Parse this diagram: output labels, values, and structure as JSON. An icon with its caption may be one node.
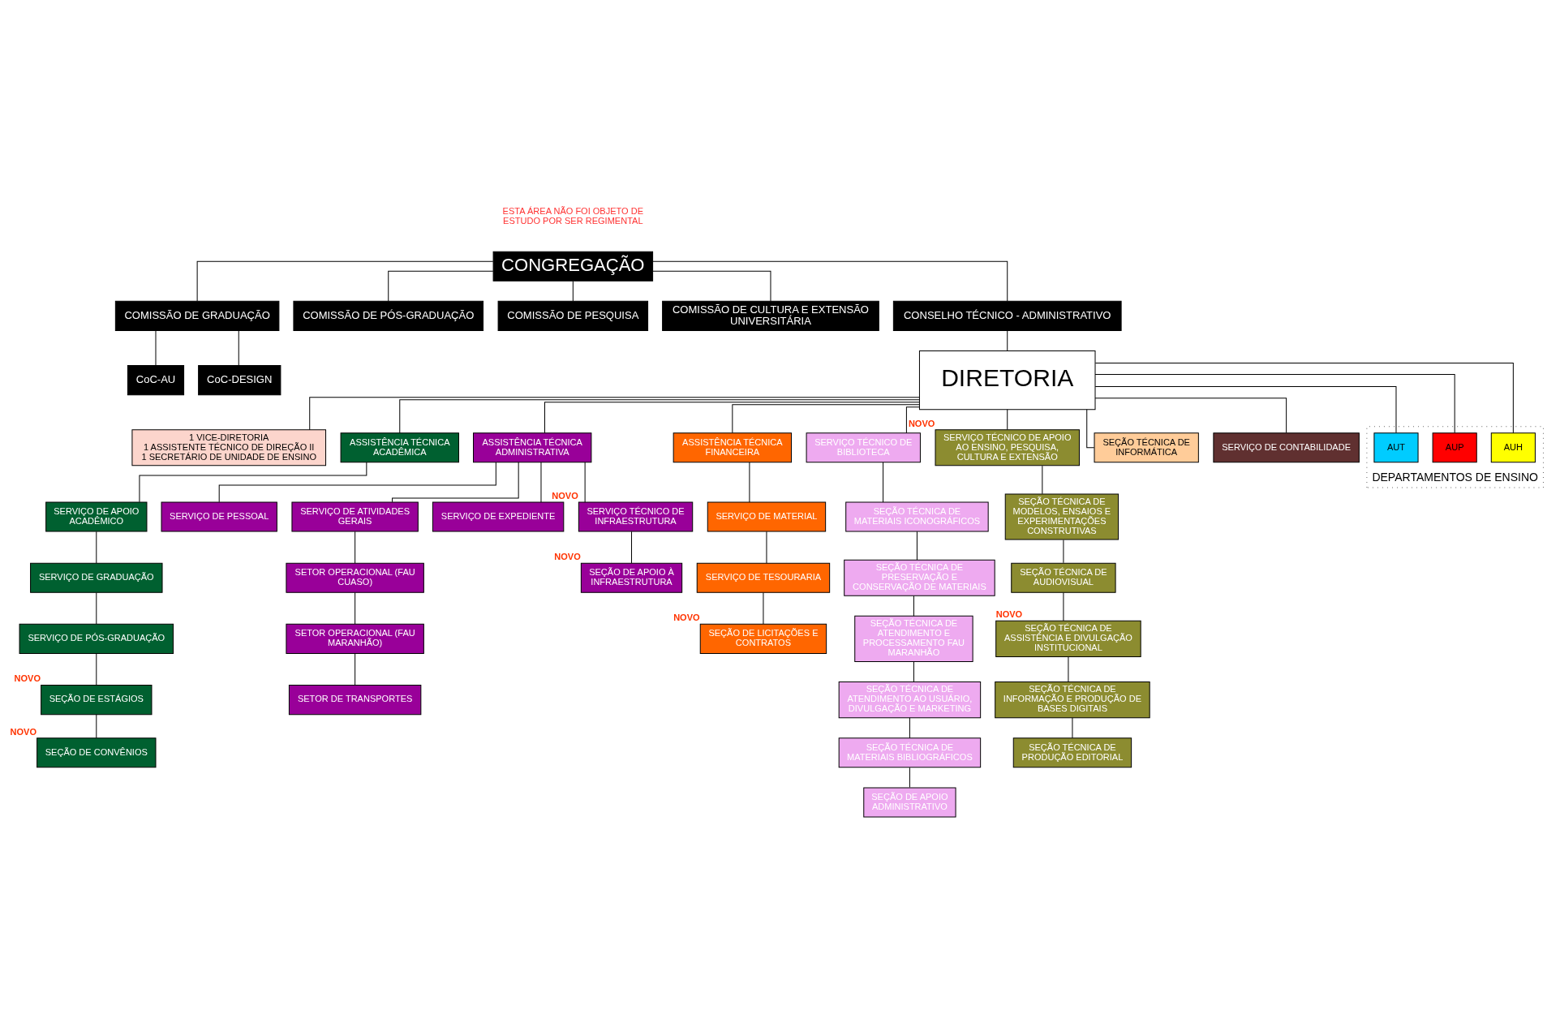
{
  "diagram": {
    "nodes": [
      {
        "text": [
          "CONGREGAÇÃO"
        ]
      },
      {
        "text": [
          "COMISSÃO DE GRADUAÇÃO"
        ]
      },
      {
        "text": [
          "COMISSÃO DE PÓS-GRADUAÇÃO"
        ]
      },
      {
        "text": [
          "COMISSÃO DE PESQUISA"
        ]
      },
      {
        "text": [
          "COMISSÃO DE CULTURA E EXTENSÃO UNIVERSITÁRIA"
        ]
      },
      {
        "text": [
          "CoC-AU"
        ]
      },
      {
        "text": [
          "CoC-DESIGN"
        ]
      },
      {
        "text": [
          "CONSELHO TÉCNICO - ADMINISTRATIVO"
        ]
      },
      {
        "text": [
          "DIRETORIA"
        ]
      },
      {
        "text": [
          "DEPARTAMENTOS DE ENSINO"
        ]
      },
      {
        "text": [
          "AUH"
        ],
        "in": 9
      },
      {
        "text": [
          "AUP"
        ],
        "in": 9
      },
      {
        "text": [
          "AUT"
        ],
        "in": 9
      },
      {
        "text": [
          "1 VICE-DIRETORIA",
          "1 ASSISTENTE TÉCNICO DE DIREÇÃO II",
          "1 SECRETÁRIO DE UNIDADE DE ENSINO"
        ]
      },
      {
        "text": [
          "ASSISTÊNCIA TÉCNICA ACADÊMICA"
        ]
      },
      {
        "text": [
          "SERVIÇO DE APOIO ACADÊMICO"
        ]
      },
      {
        "text": [
          "SERVIÇO DE GRADUAÇÃO"
        ]
      },
      {
        "text": [
          "SERVIÇO DE PÓS-GRADUAÇÃO"
        ]
      },
      {
        "text": [
          "SEÇÃO DE ESTÁGIOS"
        ],
        "beside": [
          "NOVO"
        ]
      },
      {
        "text": [
          "SEÇÃO DE CONVÊNIOS"
        ],
        "beside": [
          "NOVO"
        ]
      },
      {
        "text": [
          "ASSISTÊNCIA TÉCNICA ADMINISTRATIVA"
        ]
      },
      {
        "text": [
          "SERVIÇO DE PESSOAL"
        ]
      },
      {
        "text": [
          "SERVIÇO DE ATIVIDADES GERAIS"
        ]
      },
      {
        "text": [
          "SETOR OPERACIONAL (FAU CUASO)"
        ]
      },
      {
        "text": [
          "SETOR OPERACIONAL (FAU MARANHÃO)"
        ]
      },
      {
        "text": [
          "SETOR DE TRANSPORTES"
        ]
      },
      {
        "text": [
          "SERVIÇO DE EXPEDIENTE"
        ]
      },
      {
        "text": [
          "SERVIÇO TÉCNICO DE INFRAESTRUTURA"
        ],
        "beside": [
          "NOVO"
        ]
      },
      {
        "text": [
          "SEÇÃO DE APOIO À INFRAESTRUTURA"
        ],
        "beside": [
          "NOVO"
        ]
      },
      {
        "text": [
          "ASSISTÊNCIA TÉCNICA FINANCEIRA"
        ]
      },
      {
        "text": [
          "SERVIÇO DE MATERIAL"
        ]
      },
      {
        "text": [
          "SERVIÇO DE TESOURARIA"
        ]
      },
      {
        "text": [
          "SEÇÃO DE LICITAÇÕES E CONTRATOS"
        ],
        "beside": [
          "NOVO"
        ]
      },
      {
        "text": [
          "SERVIÇO TÉCNICO DE BIBLIOTECA"
        ]
      },
      {
        "text": [
          "SEÇÃO TÉCNICA DE MATERIAIS ICONOGRÁFICOS"
        ]
      },
      {
        "text": [
          "SEÇÃO TÉCNICA DE PRESERVAÇÃO E CONSERVAÇÃO DE MATERIAIS"
        ]
      },
      {
        "text": [
          "SEÇÃO TÉCNICA DE ATENDIMENTO E PROCESSAMENTO FAU MARANHÃO"
        ]
      },
      {
        "text": [
          "SEÇÃO TÉCNICA DE ATENDIMENTO AO USUÁRIO, DIVULGAÇÃO E MARKETING"
        ]
      },
      {
        "text": [
          "SEÇÃO TÉCNICA DE MATERIAIS BIBLIOGRÁFICOS"
        ]
      },
      {
        "text": [
          "SEÇÃO DE APOIO ADMINISTRATIVO"
        ]
      },
      {
        "text": [
          "SERVIÇO TÉCNICO DE APOIO AO ENSINO, PESQUISA, CULTURA E EXTENSÃO"
        ],
        "beside": [
          "NOVO"
        ]
      },
      {
        "text": [
          "SEÇÃO TÉCNICA DE MODELOS, ENSAIOS E EXPERIMENTAÇÕES CONSTRUTIVAS"
        ]
      },
      {
        "text": [
          "SEÇÃO TÉCNICA DE AUDIOVISUAL"
        ]
      },
      {
        "text": [
          "SEÇÃO TÉCNICA DE ASSISTÊNCIA E DIVULGAÇÃO INSTITUCIONAL"
        ],
        "beside": [
          "NOVO"
        ]
      },
      {
        "text": [
          "SEÇÃO TÉCNICA DE INFORMAÇÃO E PRODUÇÃO DE BASES DIGITAIS"
        ]
      },
      {
        "text": [
          "SEÇÃO TÉCNICA DE PRODUÇÃO EDITORIAL"
        ]
      },
      {
        "text": [
          "SEÇÃO TÉCNICA DE INFORMÁTICA"
        ]
      },
      {
        "text": [
          "SERVIÇO DE CONTABILIDADE"
        ]
      }
    ],
    "edges": [
      {
        "from": 0,
        "to": 1,
        "arrow": "none"
      },
      {
        "from": 0,
        "to": 2,
        "arrow": "none"
      },
      {
        "from": 0,
        "to": 3,
        "arrow": "none"
      },
      {
        "from": 0,
        "to": 4,
        "arrow": "none"
      },
      {
        "from": 0,
        "to": 7,
        "arrow": "none"
      },
      {
        "from": 1,
        "to": 5,
        "arrow": "none"
      },
      {
        "from": 1,
        "to": 6,
        "arrow": "none"
      },
      {
        "from": 7,
        "to": 8,
        "arrow": "none"
      },
      {
        "from": 8,
        "to": 10,
        "arrow": "none"
      },
      {
        "from": 8,
        "to": 11,
        "arrow": "none"
      },
      {
        "from": 8,
        "to": 12,
        "arrow": "none"
      },
      {
        "from": 8,
        "to": 13,
        "arrow": "none"
      },
      {
        "from": 8,
        "to": 14,
        "arrow": "none"
      },
      {
        "from": 8,
        "to": 20,
        "arrow": "none"
      },
      {
        "from": 8,
        "to": 29,
        "arrow": "none"
      },
      {
        "from": 8,
        "to": 33,
        "arrow": "none"
      },
      {
        "from": 8,
        "to": 40,
        "arrow": "none"
      },
      {
        "from": 8,
        "to": 46,
        "arrow": "none"
      },
      {
        "from": 8,
        "to": 47,
        "arrow": "none"
      },
      {
        "from": 14,
        "to": 15,
        "arrow": "none"
      },
      {
        "from": 15,
        "to": 16,
        "arrow": "none"
      },
      {
        "from": 16,
        "to": 17,
        "arrow": "none"
      },
      {
        "from": 17,
        "to": 18,
        "arrow": "none"
      },
      {
        "from": 18,
        "to": 19,
        "arrow": "none"
      },
      {
        "from": 20,
        "to": 21,
        "arrow": "none"
      },
      {
        "from": 20,
        "to": 22,
        "arrow": "none"
      },
      {
        "from": 20,
        "to": 26,
        "arrow": "none"
      },
      {
        "from": 20,
        "to": 27,
        "arrow": "none"
      },
      {
        "from": 22,
        "to": 23,
        "arrow": "none"
      },
      {
        "from": 23,
        "to": 24,
        "arrow": "none"
      },
      {
        "from": 24,
        "to": 25,
        "arrow": "none"
      },
      {
        "from": 27,
        "to": 28,
        "arrow": "none"
      },
      {
        "from": 29,
        "to": 30,
        "arrow": "none"
      },
      {
        "from": 30,
        "to": 31,
        "arrow": "none"
      },
      {
        "from": 31,
        "to": 32,
        "arrow": "none"
      },
      {
        "from": 33,
        "to": 34,
        "arrow": "none"
      },
      {
        "from": 34,
        "to": 35,
        "arrow": "none"
      },
      {
        "from": 35,
        "to": 36,
        "arrow": "none"
      },
      {
        "from": 36,
        "to": 37,
        "arrow": "none"
      },
      {
        "from": 37,
        "to": 38,
        "arrow": "none"
      },
      {
        "from": 38,
        "to": 39,
        "arrow": "none"
      },
      {
        "from": 40,
        "to": 41,
        "arrow": "none"
      },
      {
        "from": 41,
        "to": 42,
        "arrow": "none"
      },
      {
        "from": 42,
        "to": 43,
        "arrow": "none"
      },
      {
        "from": 43,
        "to": 44,
        "arrow": "none"
      },
      {
        "from": 44,
        "to": 45,
        "arrow": "none"
      }
    ],
    "labels": [
      "ESTA ÁREA NÃO FOI OBJETO DE ESTUDO POR SER REGIMENTAL"
    ]
  }
}
